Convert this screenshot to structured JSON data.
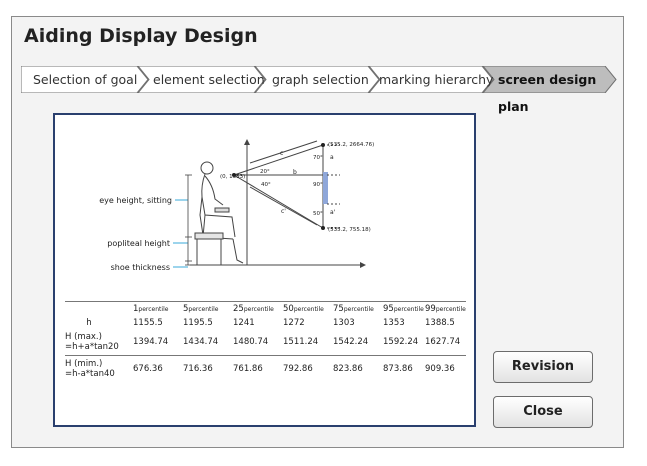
{
  "window": {
    "title": "Aiding Display Design"
  },
  "steps": [
    {
      "label": "Selection of goal",
      "active": false
    },
    {
      "label": "element selection",
      "active": false
    },
    {
      "label": "graph selection",
      "active": false
    },
    {
      "label": "marking hierarchy",
      "active": false
    },
    {
      "label": "screen design plan",
      "active": true
    }
  ],
  "figure": {
    "labels": {
      "eye_height": "eye height, sitting",
      "popliteal": "popliteal height",
      "shoe": "shoe thickness",
      "pt_top": "(535.2, 2664.76)",
      "pt_origin": "(0, 1353)",
      "pt_bottom": "(535.2, 755.18)",
      "ang_20": "20°",
      "ang_40": "40°",
      "ang_70": "70°",
      "ang_90": "90°",
      "ang_50": "50°",
      "c": "c",
      "b": "b",
      "c_prime": "c'",
      "a": "a",
      "a_prime": "a'"
    }
  },
  "table": {
    "percentile_headers": [
      {
        "num": "1",
        "suffix": "percentile"
      },
      {
        "num": "5",
        "suffix": "percentile"
      },
      {
        "num": "25",
        "suffix": "percentile"
      },
      {
        "num": "50",
        "suffix": "percentile"
      },
      {
        "num": "75",
        "suffix": "percentile"
      },
      {
        "num": "95",
        "suffix": "percentile"
      },
      {
        "num": "99",
        "suffix": "percentile"
      }
    ],
    "rows": [
      {
        "label_1": "h",
        "label_2": "",
        "values": [
          "1155.5",
          "1195.5",
          "1241",
          "1272",
          "1303",
          "1353",
          "1388.5"
        ]
      },
      {
        "label_1": "H (max.)",
        "label_2": "=h+a*tan20",
        "values": [
          "1394.74",
          "1434.74",
          "1480.74",
          "1511.24",
          "1542.24",
          "1592.24",
          "1627.74"
        ]
      },
      {
        "label_1": "H (mim.)",
        "label_2": "=h-a*tan40",
        "values": [
          "676.36",
          "716.36",
          "761.86",
          "792.86",
          "823.86",
          "873.86",
          "909.36"
        ]
      }
    ]
  },
  "buttons": {
    "revision": "Revision",
    "close": "Close"
  },
  "colors": {
    "panel_border": "#2a3f6e",
    "active_step": "#bdbdbd",
    "accent_blue": "#8fa7d9"
  }
}
